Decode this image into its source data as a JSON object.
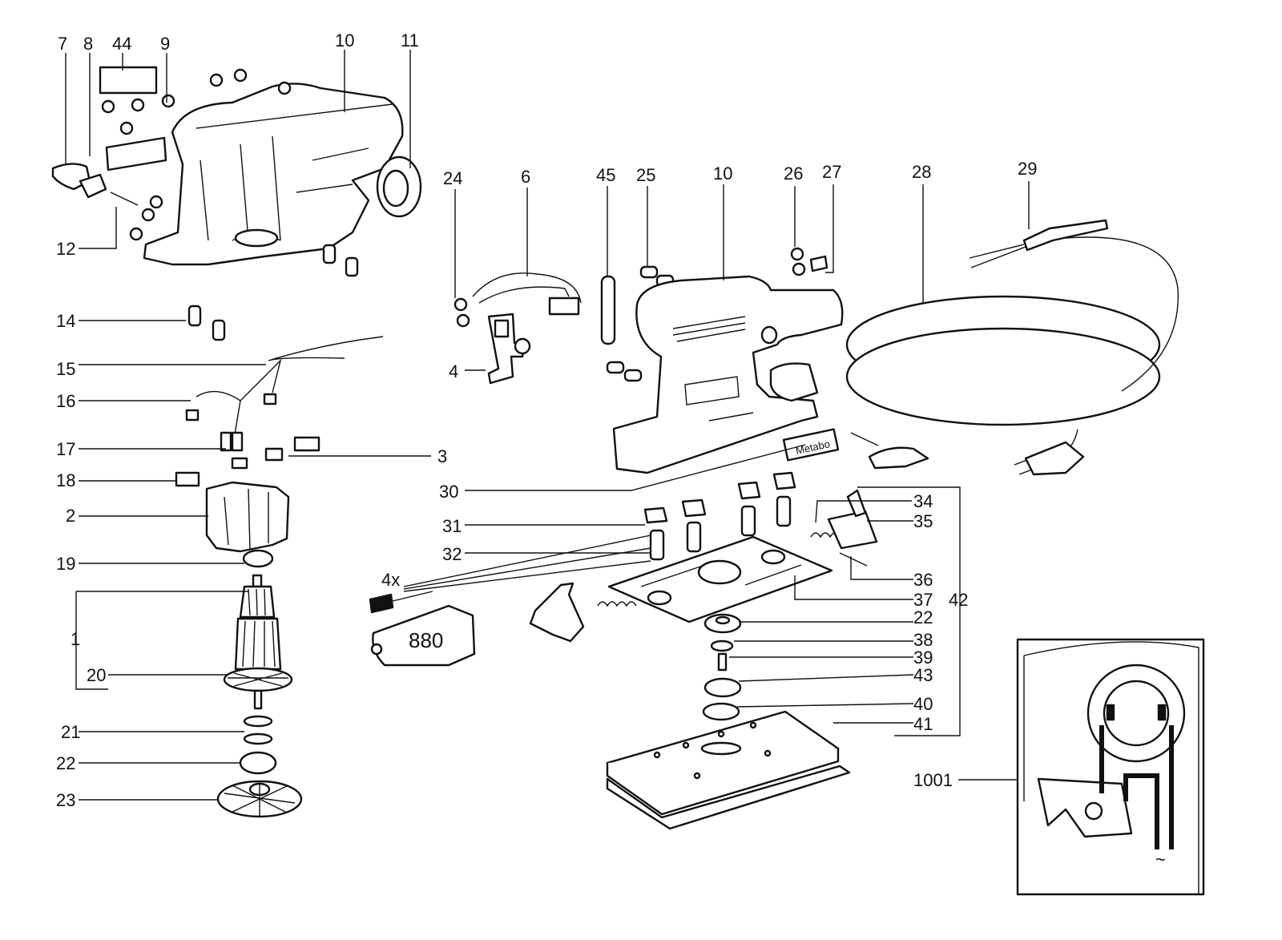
{
  "labels": {
    "l7": "7",
    "l8": "8",
    "l44": "44",
    "l9": "9",
    "l10a": "10",
    "l11": "11",
    "l12": "12",
    "l14": "14",
    "l15": "15",
    "l16": "16",
    "l17": "17",
    "l3": "3",
    "l18": "18",
    "l2": "2",
    "l19": "19",
    "l1": "1",
    "l20": "20",
    "l21": "21",
    "l22a": "22",
    "l23": "23",
    "l24": "24",
    "l6": "6",
    "l45": "45",
    "l25": "25",
    "l10b": "10",
    "l26": "26",
    "l27": "27",
    "l28": "28",
    "l29": "29",
    "l4": "4",
    "l30": "30",
    "l31": "31",
    "l32": "32",
    "l34": "34",
    "l35": "35",
    "l36": "36",
    "l37": "37",
    "l42": "42",
    "l22b": "22",
    "l38": "38",
    "l39": "39",
    "l43": "43",
    "l40": "40",
    "l41": "41",
    "l4x": "4x",
    "l1001": "1001"
  },
  "grease_tube_text": "880",
  "brand_logo_text": "Metabo",
  "ac_symbol": "~"
}
